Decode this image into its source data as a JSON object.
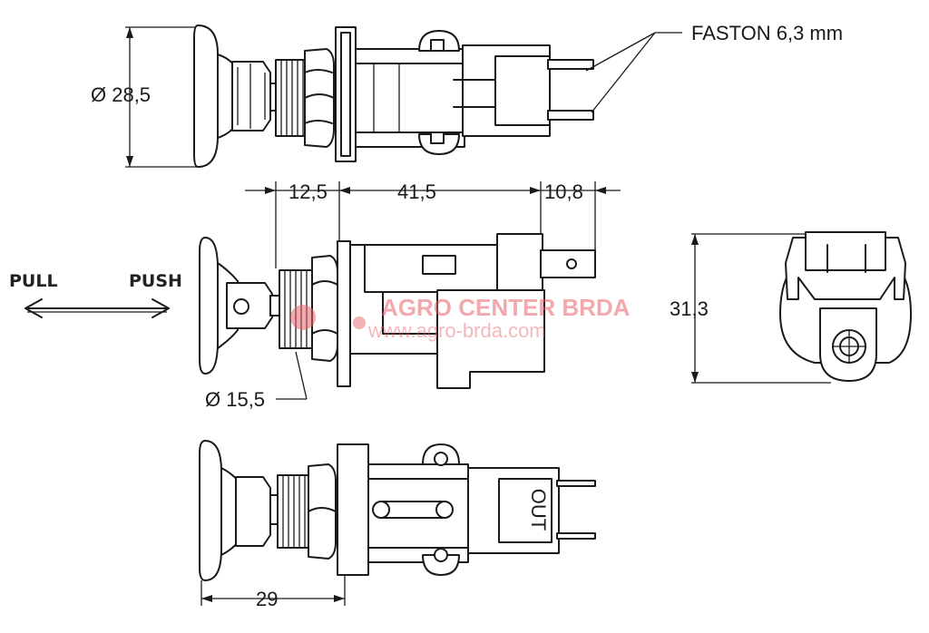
{
  "labels": {
    "faston": "FASTON 6,3 mm",
    "dia_knob": "Ø 28,5",
    "dim_a": "12,5",
    "dim_b": "41,5",
    "dim_c": "10,8",
    "height": "31,3",
    "dia_thread": "Ø 15,5",
    "length_bottom": "29",
    "pull": "PULL",
    "push": "PUSH",
    "housing_mark": "OUT"
  },
  "watermark": {
    "brand": "AGRO CENTER BRDA",
    "url": "www.agro-brda.com",
    "color": "#e8626b"
  }
}
